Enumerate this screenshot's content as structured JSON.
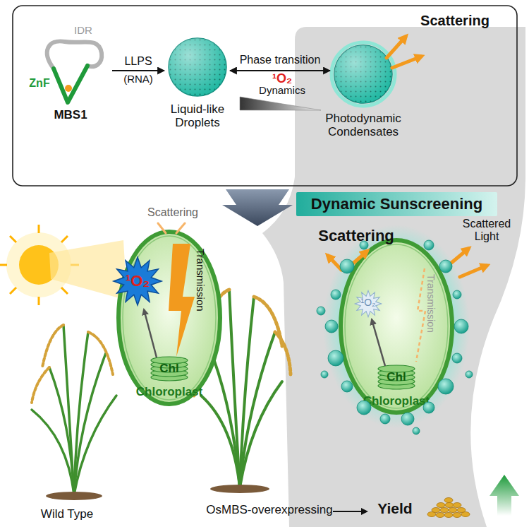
{
  "diagram": {
    "nodes": [
      {
        "text": [
          "IDR",
          "ZnF",
          "MBS1"
        ]
      },
      {
        "text": [
          "Liquid-like Droplets"
        ]
      },
      {
        "text": [
          "Photodynamic Condensates"
        ]
      },
      {
        "text": [
          "Dynamic Sunscreening"
        ]
      },
      {
        "text": [
          "Chloroplast"
        ]
      },
      {
        "text": [
          "Chloroplast"
        ]
      }
    ],
    "edges": [
      {
        "from": 0,
        "to": 1,
        "arrow": "to",
        "label": "LLPS"
      },
      {
        "from": 1,
        "to": 2,
        "arrow": "both",
        "label": "Phase transition"
      }
    ],
    "labels": [
      "(RNA)",
      "¹O₂",
      "Dynamics",
      "Scattering",
      "Scattering",
      "Transmission",
      "¹O₂",
      "Chl",
      "Wild Type",
      "Scattering",
      "Scattered Light",
      "Transmission",
      "¹O₂",
      "Chl",
      "OsMBS-overexpressing",
      "Yield"
    ]
  }
}
